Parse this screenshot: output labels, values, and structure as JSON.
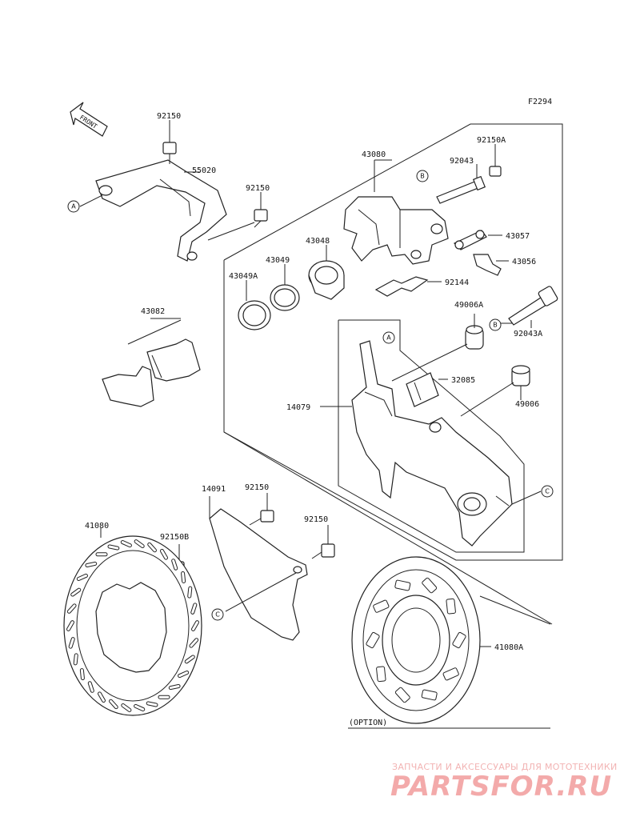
{
  "diagram": {
    "code": "F2294",
    "front_label": "FRONT",
    "option_label": "(OPTION)"
  },
  "parts": {
    "p92150_top": "92150",
    "p55020": "55020",
    "p92150_mid": "92150",
    "p43080": "43080",
    "p92150A": "92150A",
    "p92043": "92043",
    "p43057": "43057",
    "p43056": "43056",
    "p43048": "43048",
    "p43049": "43049",
    "p43049A": "43049A",
    "p92144": "92144",
    "p49006A": "49006A",
    "p92043A": "92043A",
    "p43082": "43082",
    "p32085": "32085",
    "p14079": "14079",
    "p49006": "49006",
    "p14091": "14091",
    "p92150_guard": "92150",
    "p41080": "41080",
    "p92150B": "92150B",
    "p92150_low": "92150",
    "p41080A": "41080A"
  },
  "callouts": {
    "a": "A",
    "b": "B",
    "c": "C"
  },
  "watermark": {
    "subtitle": "ЗАПЧАСТИ И АКСЕССУАРЫ ДЛЯ МОТОТЕХНИКИ",
    "brand": "PARTSFOR.RU"
  },
  "colors": {
    "line": "#222222",
    "watermark": "#f3aaaa"
  }
}
